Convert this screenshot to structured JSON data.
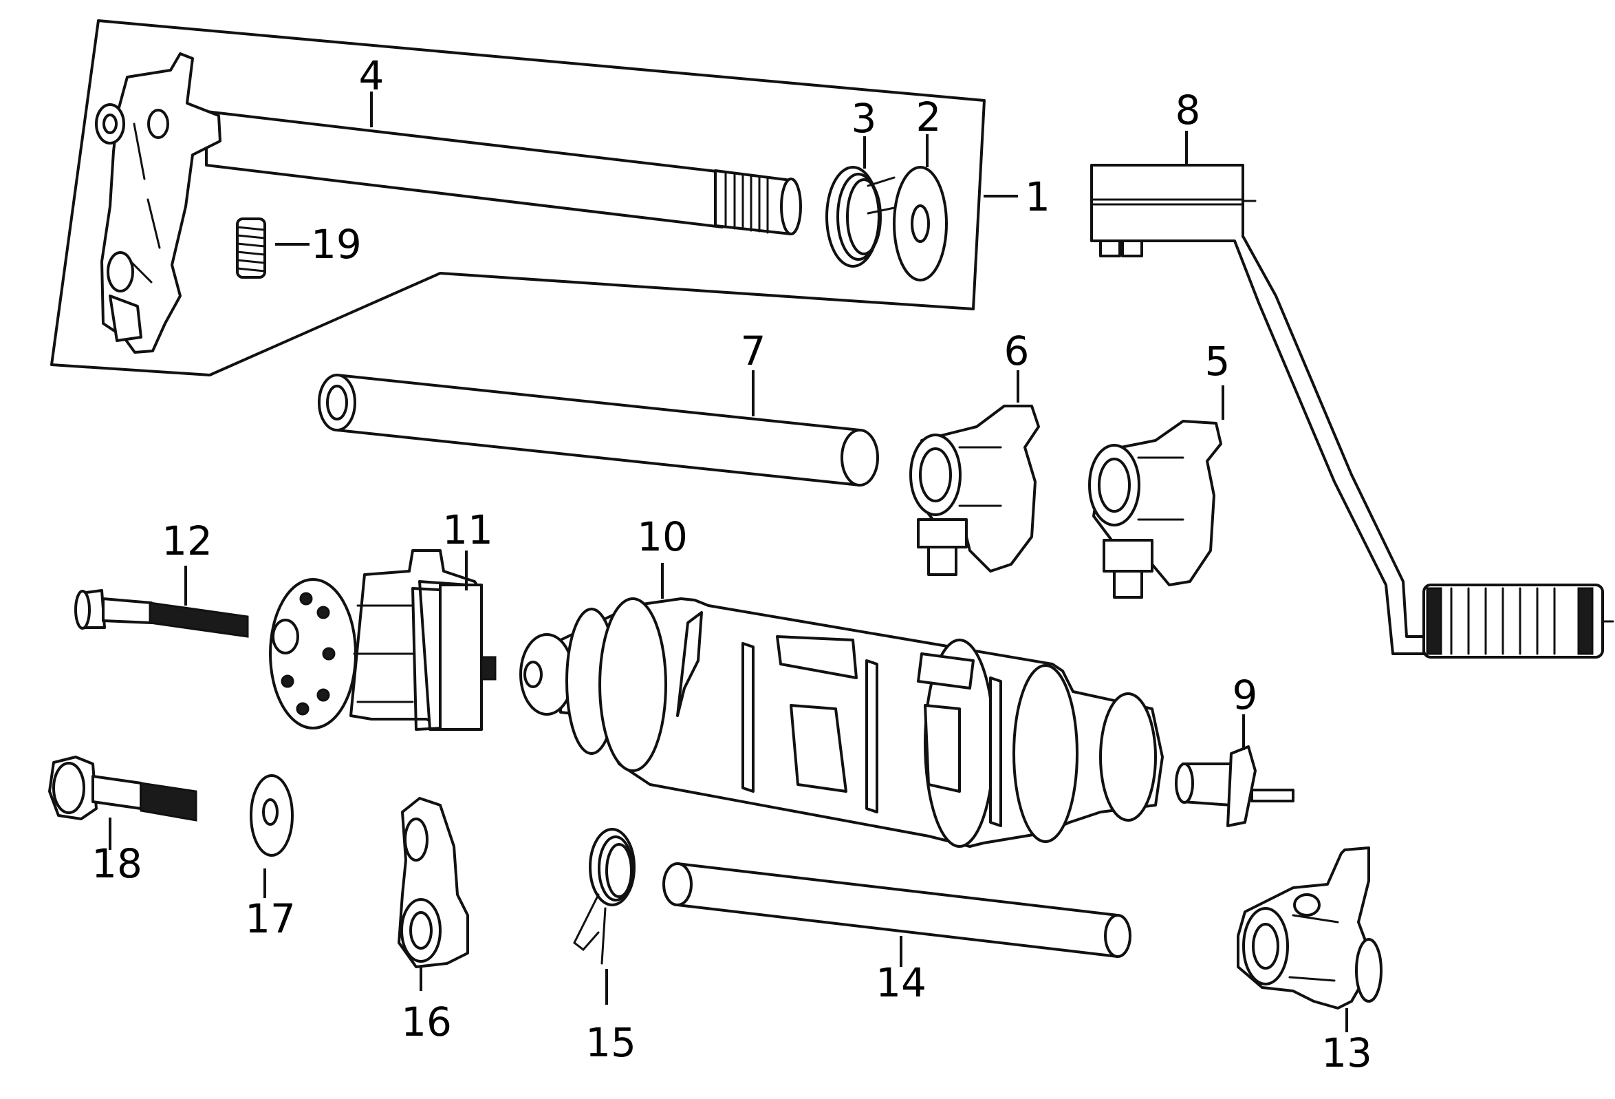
{
  "callouts": {
    "c1": "1",
    "c2": "2",
    "c3": "3",
    "c4": "4",
    "c5": "5",
    "c6": "6",
    "c7": "7",
    "c8": "8",
    "c9": "9",
    "c10": "10",
    "c11": "11",
    "c12": "12",
    "c13": "13",
    "c14": "14",
    "c15": "15",
    "c16": "16",
    "c17": "17",
    "c18": "18",
    "c19": "19"
  },
  "colors": {
    "line": "#111111",
    "background": "#ffffff"
  }
}
